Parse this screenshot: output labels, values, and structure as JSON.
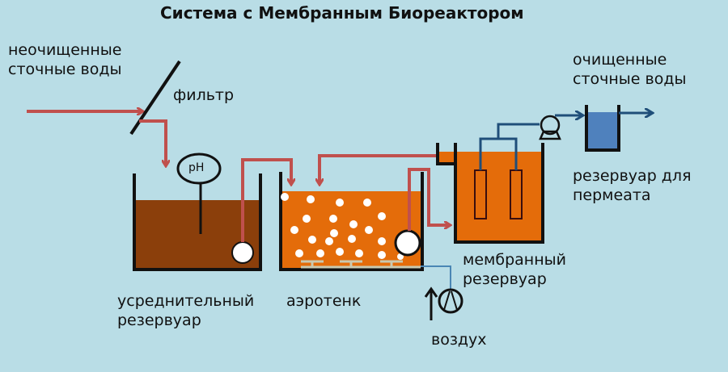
{
  "title": "Система с Мембранным Биореактором",
  "labels": {
    "raw_water": [
      "неочищенные",
      "сточные воды"
    ],
    "filter": "фильтр",
    "ph": "pH",
    "equalization_tank": [
      "усреднительный",
      "резервуар"
    ],
    "aeration_tank": "аэротенк",
    "air": "воздух",
    "membrane_tank": [
      "мембранный",
      "резервуар"
    ],
    "clean_water": [
      "очищенные",
      "сточные воды"
    ],
    "permeate_tank": [
      "резервуар для",
      "пермеата"
    ]
  },
  "colors": {
    "background": "#b9dde6",
    "sludge_flow": "#c0504d",
    "permeate_flow": "#1f4e79",
    "equalization_liquid": "#8b3f0b",
    "aeration_liquid": "#e46c0a",
    "permeate_liquid": "#4f81bd",
    "air_line": "#4a86b4"
  }
}
